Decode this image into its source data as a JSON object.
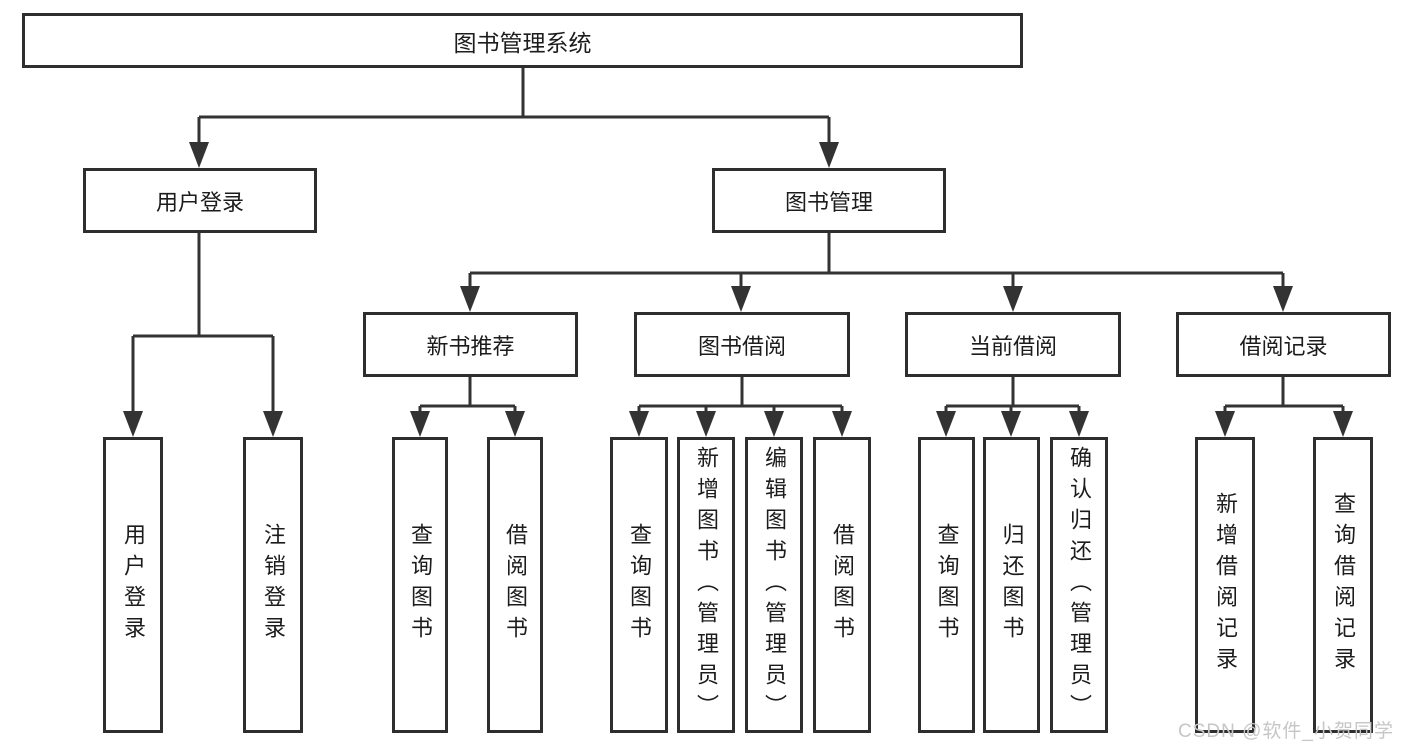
{
  "tree": {
    "label": "图书管理系统",
    "children": [
      {
        "label": "用户登录",
        "children": [
          {
            "label": "用户登录"
          },
          {
            "label": "注销登录"
          }
        ]
      },
      {
        "label": "图书管理",
        "children": [
          {
            "label": "新书推荐",
            "children": [
              {
                "label": "查询图书"
              },
              {
                "label": "借阅图书"
              }
            ]
          },
          {
            "label": "图书借阅",
            "children": [
              {
                "label": "查询图书"
              },
              {
                "label": "新增图书（管理员）"
              },
              {
                "label": "编辑图书（管理员）"
              },
              {
                "label": "借阅图书"
              }
            ]
          },
          {
            "label": "当前借阅",
            "children": [
              {
                "label": "查询图书"
              },
              {
                "label": "归还图书"
              },
              {
                "label": "确认归还（管理员）"
              }
            ]
          },
          {
            "label": "借阅记录",
            "children": [
              {
                "label": "新增借阅记录"
              },
              {
                "label": "查询借阅记录"
              }
            ]
          }
        ]
      }
    ]
  },
  "watermark": {
    "text": "CSDN @软件_小贺同学"
  },
  "colors": {
    "line": "#333333",
    "border": "#2e2e2e",
    "text": "#1c1c1c",
    "watermark": "#c6c6c6",
    "background": "#ffffff"
  }
}
